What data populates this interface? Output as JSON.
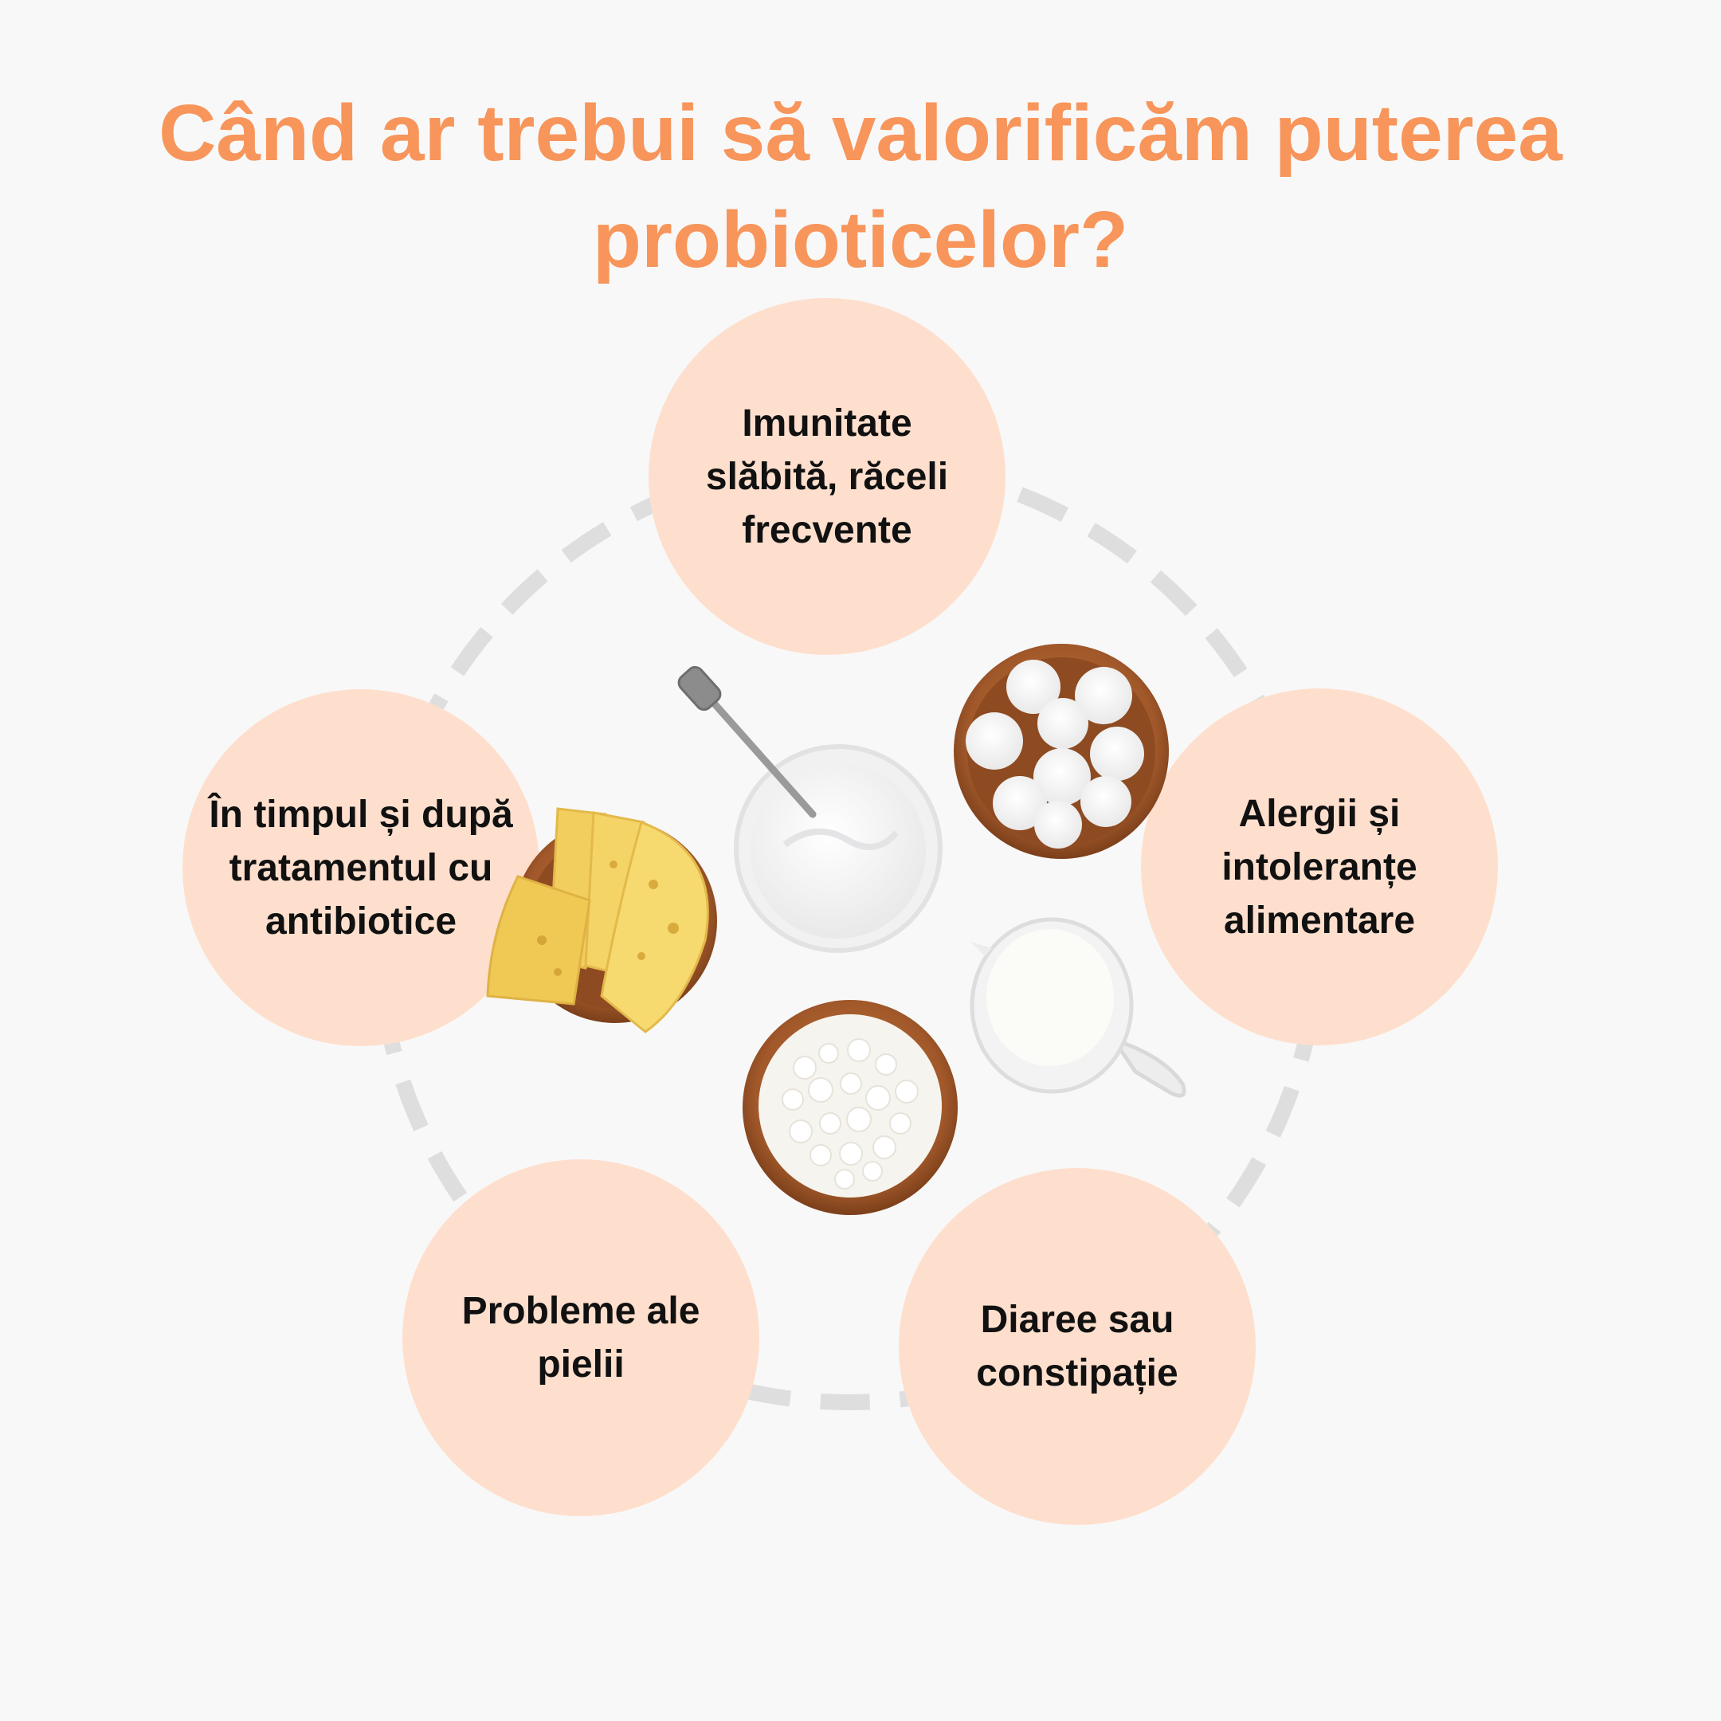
{
  "title": "Când ar trebui să valorificăm puterea probioticelor?",
  "items": [
    {
      "label": "Imunitate slăbită, răceli frecvente"
    },
    {
      "label": "Alergii și intoleranțe alimentare"
    },
    {
      "label": "Diaree sau constipație"
    },
    {
      "label": "Probleme ale pielii"
    },
    {
      "label": "În timpul și după tratamentul cu antibiotice"
    }
  ],
  "colors": {
    "title": "#f7955b",
    "bubble": "#fedfcd",
    "ring": "#dedede",
    "text": "#111111",
    "background": "#f8f8f8"
  }
}
